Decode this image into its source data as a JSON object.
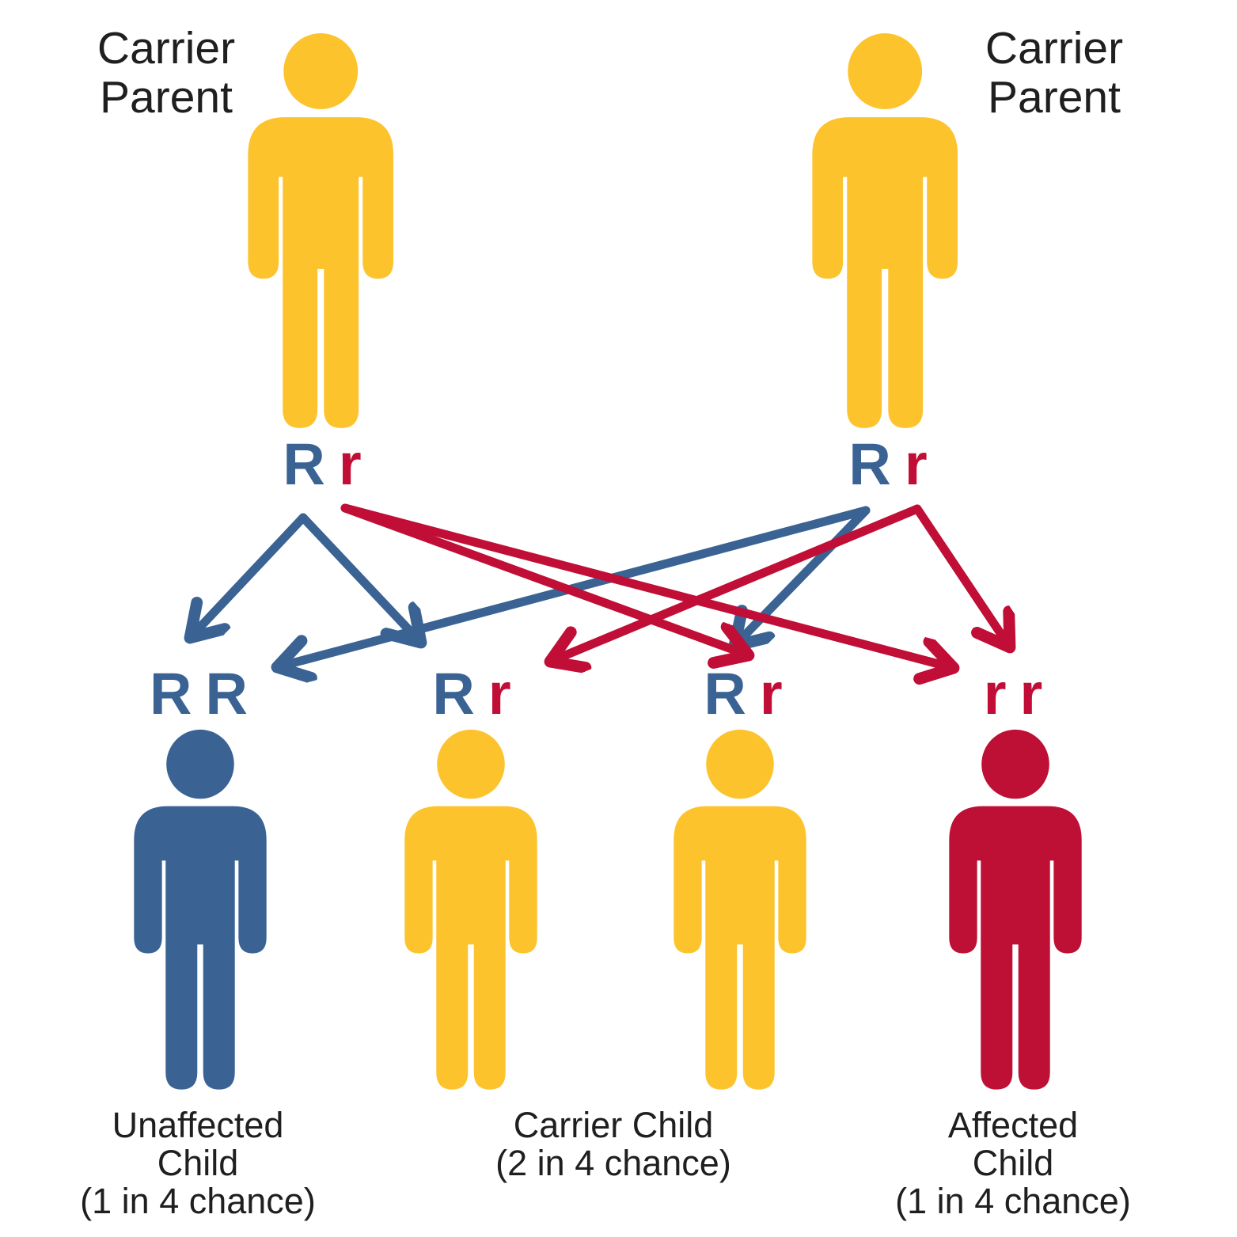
{
  "colors": {
    "figure_yellow": "#FCC32D",
    "figure_blue": "#3A6394",
    "figure_red": "#BE0F34",
    "allele_dominant_blue": "#3A6394",
    "allele_recessive_red": "#C00E36",
    "label_text": "#1F1F1F",
    "background": "#FFFFFF"
  },
  "parents": {
    "left": {
      "label_lines": [
        "Carrier",
        "Parent"
      ],
      "alleles": [
        "R",
        "r"
      ]
    },
    "right": {
      "label_lines": [
        "Carrier",
        "Parent"
      ],
      "alleles": [
        "R",
        "r"
      ]
    }
  },
  "children": [
    {
      "key": "unaffected-child",
      "alleles": [
        "R",
        "R"
      ]
    },
    {
      "key": "carrier-child-1",
      "alleles": [
        "R",
        "r"
      ]
    },
    {
      "key": "carrier-child-2",
      "alleles": [
        "R",
        "r"
      ]
    },
    {
      "key": "affected-child",
      "alleles": [
        "r",
        "r"
      ]
    }
  ],
  "captions": {
    "unaffected": {
      "lines": [
        "Unaffected",
        "Child",
        "(1 in 4 chance)"
      ]
    },
    "carrier": {
      "lines": [
        "Carrier Child",
        "(2 in 4 chance)"
      ]
    },
    "affected": {
      "lines": [
        "Affected",
        "Child",
        "(1 in 4 chance)"
      ]
    }
  },
  "inheritance_arrows": [
    {
      "from": "left-parent",
      "allele": "R",
      "to": "unaffected-child"
    },
    {
      "from": "left-parent",
      "allele": "R",
      "to": "carrier-child-1"
    },
    {
      "from": "right-parent",
      "allele": "R",
      "to": "unaffected-child"
    },
    {
      "from": "right-parent",
      "allele": "R",
      "to": "carrier-child-2"
    },
    {
      "from": "left-parent",
      "allele": "r",
      "to": "carrier-child-2"
    },
    {
      "from": "left-parent",
      "allele": "r",
      "to": "affected-child"
    },
    {
      "from": "right-parent",
      "allele": "r",
      "to": "carrier-child-1"
    },
    {
      "from": "right-parent",
      "allele": "r",
      "to": "affected-child"
    }
  ]
}
